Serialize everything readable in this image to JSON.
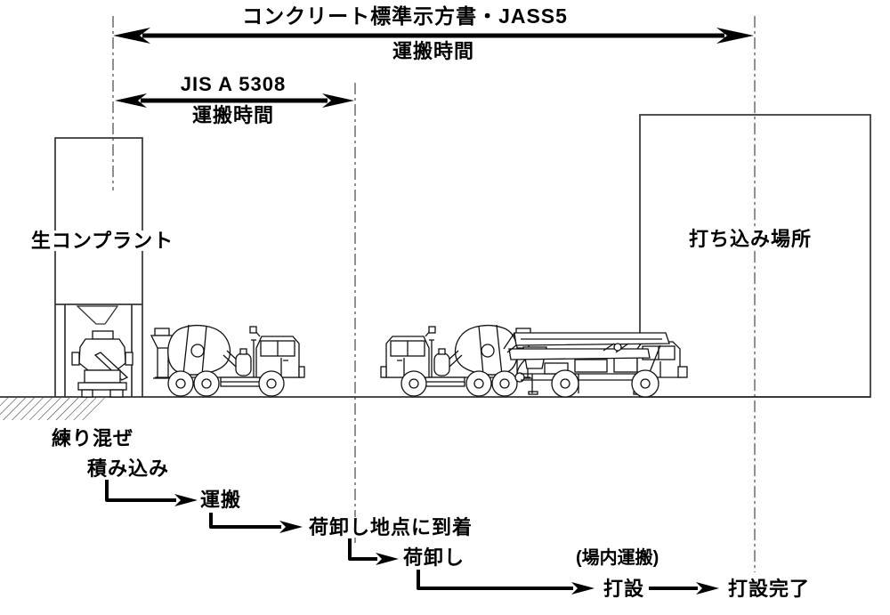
{
  "diagram": {
    "top_span": {
      "title": "コンクリート標準示方書・JASS5",
      "subtitle": "運搬時間"
    },
    "jis_span": {
      "title": "JIS A 5308",
      "subtitle": "運搬時間"
    },
    "buildings": {
      "plant": "生コンプラント",
      "site": "打ち込み場所"
    },
    "flow": [
      {
        "label": "練り混ぜ"
      },
      {
        "label": "積み込み"
      },
      {
        "label": "運搬"
      },
      {
        "label": "荷卸し地点に到着"
      },
      {
        "label": "荷卸し"
      },
      {
        "label": "(場内運搬)"
      },
      {
        "label": "打設"
      },
      {
        "label": "打設完了"
      }
    ],
    "icons": [
      "plant-silo-icon",
      "rear-mixer-truck-icon",
      "mixer-truck-icon",
      "pump-truck-icon"
    ],
    "colors": {
      "ink": "#000000",
      "line": "#333333",
      "background": "#ffffff"
    }
  }
}
